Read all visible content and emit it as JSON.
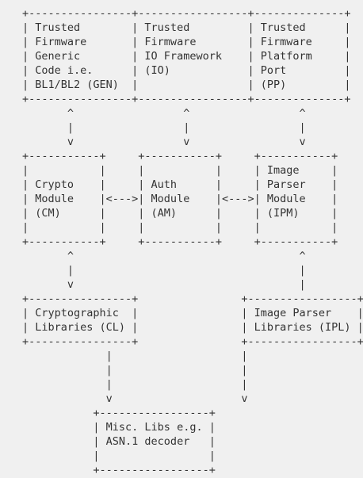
{
  "diagram": {
    "lines": [
      "+----------------+-----------------+--------------+",
      "| Trusted        | Trusted         | Trusted      |",
      "| Firmware       | Firmware        | Firmware     |",
      "| Generic        | IO Framework    | Platform     |",
      "| Code i.e.      | (IO)            | Port         |",
      "| BL1/BL2 (GEN)  |                 | (PP)         |",
      "+----------------+-----------------+--------------+",
      "       ^                 ^                 ^",
      "       |                 |                 |",
      "       v                 v                 v",
      "+-----------+     +-----------+     +-----------+",
      "|           |     |           |     | Image     |",
      "| Crypto    |     | Auth      |     | Parser    |",
      "| Module    |<--->| Module    |<--->| Module    |",
      "| (CM)      |     | (AM)      |     | (IPM)     |",
      "|           |     |           |     |           |",
      "+-----------+     +-----------+     +-----------+",
      "       ^                                   ^",
      "       |                                   |",
      "       v                                   |",
      "+----------------+                +-----------------+",
      "| Cryptographic  |                | Image Parser    |",
      "| Libraries (CL) |                | Libraries (IPL) |",
      "+----------------+                +-----------------+",
      "             |                    |",
      "             |                    |",
      "             |                    |",
      "             v                    v",
      "           +-----------------+",
      "           | Misc. Libs e.g. |",
      "           | ASN.1 decoder   |",
      "           |                 |",
      "           +-----------------+"
    ]
  }
}
